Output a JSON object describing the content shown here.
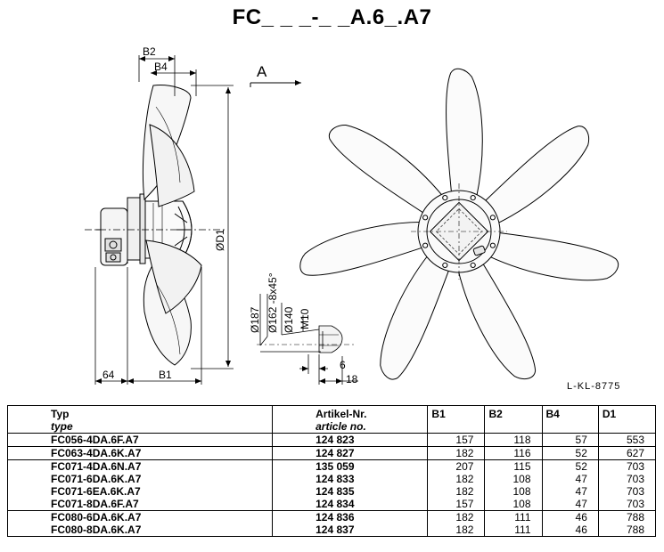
{
  "title": "FC_ _ _-_ _A.6_.A7",
  "drawing": {
    "view_label": "A",
    "dims": {
      "b2": "B2",
      "b4": "B4",
      "b1": "B1",
      "d1": "ØD1",
      "offset": "64",
      "d187": "Ø187",
      "d162": "Ø162 -8x45°",
      "d140": "Ø140",
      "m10": "M10",
      "six": "6",
      "eighteen": "18"
    },
    "drawing_code": "L-KL-8775"
  },
  "table": {
    "headers": {
      "typ": "Typ",
      "type": "type",
      "artikel": "Artikel-Nr.",
      "article": "article no.",
      "b1": "B1",
      "b2": "B2",
      "b4": "B4",
      "d1": "D1"
    },
    "rows": [
      {
        "typ": "FC056-4DA.6F.A7",
        "nr": "124 823",
        "b1": "157",
        "b2": "118",
        "b4": "57",
        "d1": "553"
      },
      {
        "typ": "FC063-4DA.6K.A7",
        "nr": "124 827",
        "b1": "182",
        "b2": "116",
        "b4": "52",
        "d1": "627"
      },
      {
        "typ": "FC071-4DA.6N.A7",
        "nr": "135 059",
        "b1": "207",
        "b2": "115",
        "b4": "52",
        "d1": "703"
      },
      {
        "typ": "FC071-6DA.6K.A7",
        "nr": "124 833",
        "b1": "182",
        "b2": "108",
        "b4": "47",
        "d1": "703"
      },
      {
        "typ": "FC071-6EA.6K.A7",
        "nr": "124 835",
        "b1": "182",
        "b2": "108",
        "b4": "47",
        "d1": "703"
      },
      {
        "typ": "FC071-8DA.6F.A7",
        "nr": "124 834",
        "b1": "157",
        "b2": "108",
        "b4": "47",
        "d1": "703"
      },
      {
        "typ": "FC080-6DA.6K.A7",
        "nr": "124 836",
        "b1": "182",
        "b2": "111",
        "b4": "46",
        "d1": "788"
      },
      {
        "typ": "FC080-8DA.6K.A7",
        "nr": "124 837",
        "b1": "182",
        "b2": "111",
        "b4": "46",
        "d1": "788"
      }
    ]
  }
}
